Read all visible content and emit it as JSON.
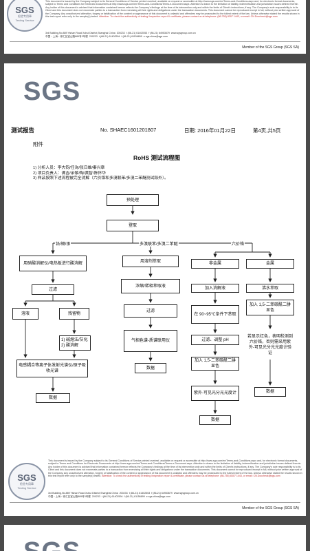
{
  "seal": {
    "logo": "SGS",
    "line1": "检验专用章",
    "line2": "Testing Service"
  },
  "footer": {
    "fine_print": "This document is issued by the Company subject to its General Conditions of Service printed overleaf, available on request or accessible at http://www.sgs.com/en/Terms-and-Conditions.aspx and, for electronic format documents, subject to Terms and Conditions for Electronic Documents at http://www.sgs.com/en/Terms-and-Conditions/Terms-e-Document.aspx. Attention is drawn to the limitation of liability, indemnification and jurisdiction issues defined therein. Any holder of this document is advised that information contained hereon reflects the Company's findings at the time of its intervention only and within the limits of Client's instructions, if any. The Company's sole responsibility is to its Client and this document does not exonerate parties to a transaction from exercising all their rights and obligations under the transaction documents. This document cannot be reproduced except in full, without prior written approval of the Company. Any unauthorized alteration, forgery or falsification of the content or appearance of this document is unlawful and offenders may be prosecuted to the fullest extent of the law. Unless otherwise stated the results shown in this test report refer only to the sample(s) tested.",
    "attention": "Attention: To check the authenticity of testing /inspection report & certificate, please contact us at telephone: (86-755) 8307 1443, or email: CN.Doccheck@sgs.com",
    "address_en": "3rd Building,No.889 Yishan Road Xuhui District,Shanghai China",
    "address_cn": "中国・上海・徐汇区宜山路889号3号楼",
    "postcode": "200233",
    "tel_en": "t (86-21) 61402553",
    "tel_cn": "t (86-21) 61402594",
    "fax_en": "f (86-21) 64953679",
    "fax_cn": "f (86-21) 61156899",
    "web": "www.sgsgroup.com.cn",
    "email": "e sgs.china@sgs.com",
    "member": "Member of the SGS Group (SGS SA)"
  },
  "page2": {
    "logo": "SGS",
    "report_label": "测试报告",
    "report_no": "No. SHAEC1601201807",
    "date": "日期: 2016年01月22日",
    "page_no": "第4页,共5页",
    "attachment": "附件",
    "title": "RoHS 测试流程图",
    "steps": [
      "1) 分析人员：李大钧/任洵/张日雄/秦兴章",
      "2) 项目负责人：满吉/余黎/陶/黄智/陈怀华",
      "3) 样品按照下述流程被完全消解（六价铬和多溴联苯/多溴二苯醚测试除外）。"
    ],
    "flow": {
      "pretreat": "预处理",
      "sampling": "登取",
      "branch_metals": "铅/镉/汞",
      "branch_pbb": "多溴联苯/多溴二苯醚",
      "branch_cr": "六价铬",
      "acid_digest": "用硝酸消解仪/电热板进行酸消解",
      "solvent_extract": "用溶剂萃取",
      "nonmetal": "非金属",
      "metal": "金属",
      "filter1": "过滤",
      "concentrate": "浓缩/稀释萃取液",
      "add_digest": "加入消解液",
      "boil_extract": "沸水萃取",
      "solution": "溶液",
      "residue": "残留物",
      "filter2": "过滤",
      "heat_digest": "在 90~95℃条件下萃取",
      "add_dpc1": "加入 1,5-二苯碳酰二肼显色",
      "alkali": "1) 碱熔法/灰化\n2) 酸消解",
      "gcms": "气相色谱-质谱联用仪",
      "filter_ph": "过滤、调整 pH",
      "spot_test": "若显示红色，表明检测到六价铬，否则需采用紫外-可见光分光光度计验证",
      "icp": "电感耦合等离子体发射光谱仪/原子吸收光谱",
      "data1": "数据",
      "data2": "数据",
      "add_dpc2": "加入 1,5-二苯碳酰二肼显色",
      "data4": "数据",
      "uv": "紫外-可见光分光光度计",
      "data3": "数据"
    }
  },
  "page3": {
    "logo": "SGS"
  }
}
